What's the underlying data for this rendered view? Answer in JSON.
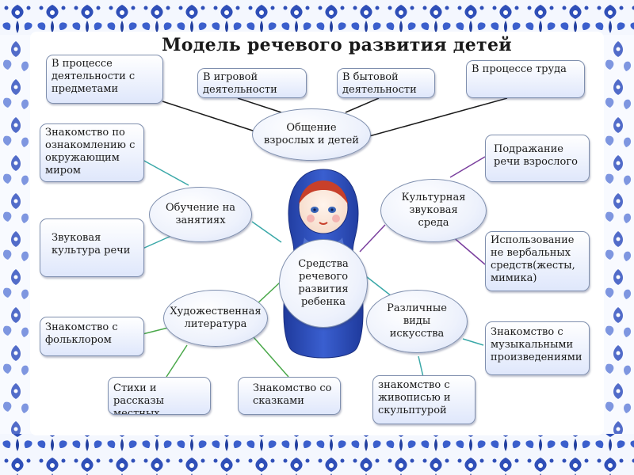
{
  "title": "Модель речевого развития детей",
  "boxes": {
    "objects": "В процессе деятельности с предметами",
    "play": "В игровой деятельности",
    "household": "В бытовой деятельности",
    "labor": "В процессе труда",
    "acquaintance": "Знакомство по ознакомлению с окружающим миром",
    "sound_culture": "Звуковая культура речи",
    "folklore": "Знакомство с фольклором",
    "poems": "Стихи и рассказы местных авторов",
    "tales": "Знакомство со сказками",
    "imitation": "Подражание речи взрослого",
    "nonverbal": "Использование не вербальных средств(жесты, мимика)",
    "music": "Знакомство с музыкальными произведениями",
    "painting": "знакомство с живописью и скульптурой"
  },
  "nodes": {
    "communication": "Общение взрослых и детей",
    "lessons": "Обучение на занятиях",
    "culture_env": "Культурная звуковая среда",
    "means": "Средства речевого развития ребенка",
    "literature": "Художественная литература",
    "arts": "Различные виды искусства"
  },
  "colors": {
    "frame_blue": "#2f4fb8",
    "doll_blue": "#2a4ab5",
    "box_border": "#7f8fae",
    "line_dark": "#1a1a1a",
    "line_teal": "#3aa8a8",
    "line_green": "#4aa84a",
    "line_purple": "#7a3f9e"
  },
  "icons": [
    "gzhel-border-ornament",
    "matryoshka-doll"
  ]
}
